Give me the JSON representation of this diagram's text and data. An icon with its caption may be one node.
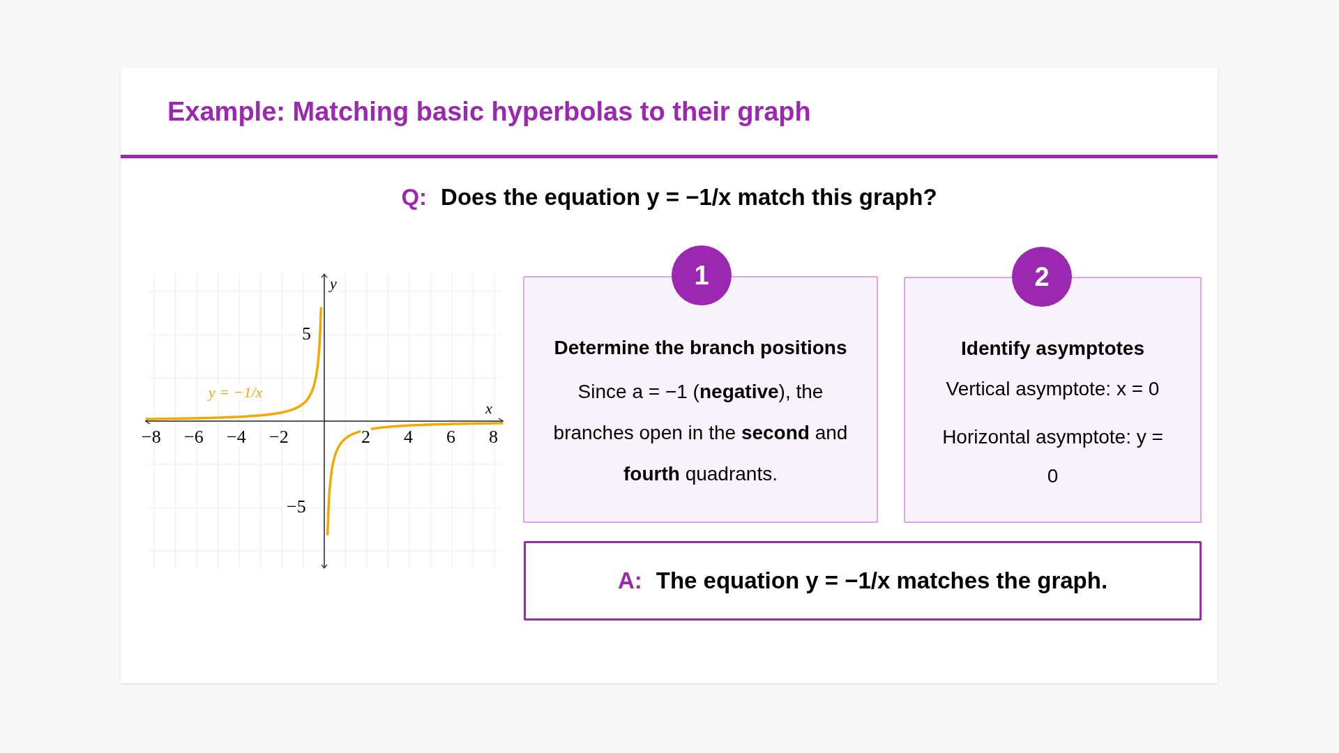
{
  "diagram": {
    "title": "Example: Matching basic hyperbolas to their graph",
    "nodes": [
      {
        "text": [
          "1"
        ]
      },
      {
        "text": [
          "Determine the branch positions",
          "Since a = −1 (**negative**), the branches open in the **second** and **fourth** quadrants."
        ]
      },
      {
        "text": [
          "2"
        ]
      },
      {
        "text": [
          "Identify asymptotes",
          "Vertical asymptote: x = 0",
          "Horizontal asymptote: y = 0"
        ]
      },
      {
        "text": [
          "A:",
          "The equation y = −1/x matches the graph."
        ]
      }
    ],
    "edges": [],
    "labels": [
      "Q:",
      "Does the equation y = −1/x match this graph?",
      "y",
      "5",
      "y = −1/x",
      "x",
      "−8",
      "−6",
      "−4",
      "−2",
      "2",
      "4",
      "6",
      "8",
      "−5"
    ]
  }
}
